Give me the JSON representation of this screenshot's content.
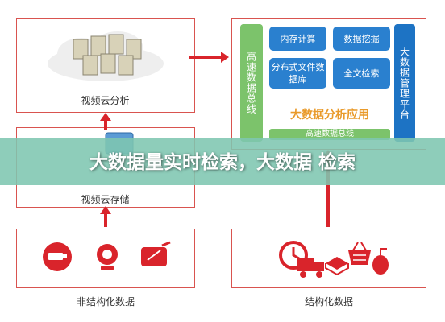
{
  "cloud_analysis": {
    "label": "视频云分析"
  },
  "cloud_storage": {
    "label": "视频云存储"
  },
  "unstructured": {
    "label": "非结构化数据"
  },
  "structured": {
    "label": "结构化数据"
  },
  "platform": {
    "left_col": "高速数据总线",
    "right_col": "大数据管理平台",
    "modules": [
      "内存计算",
      "数据挖掘",
      "分布式文件数据库",
      "全文检索"
    ],
    "app_title": "大数据分析应用",
    "bottom_bar": "高速数据总线"
  },
  "banner": {
    "text": "大数据量实时检索，大数据 检索"
  },
  "colors": {
    "accent_red": "#d9242b",
    "green": "#7cc36b",
    "blue": "#2a80cf",
    "orange": "#e99a2a",
    "banner": "#7ec6b0"
  }
}
